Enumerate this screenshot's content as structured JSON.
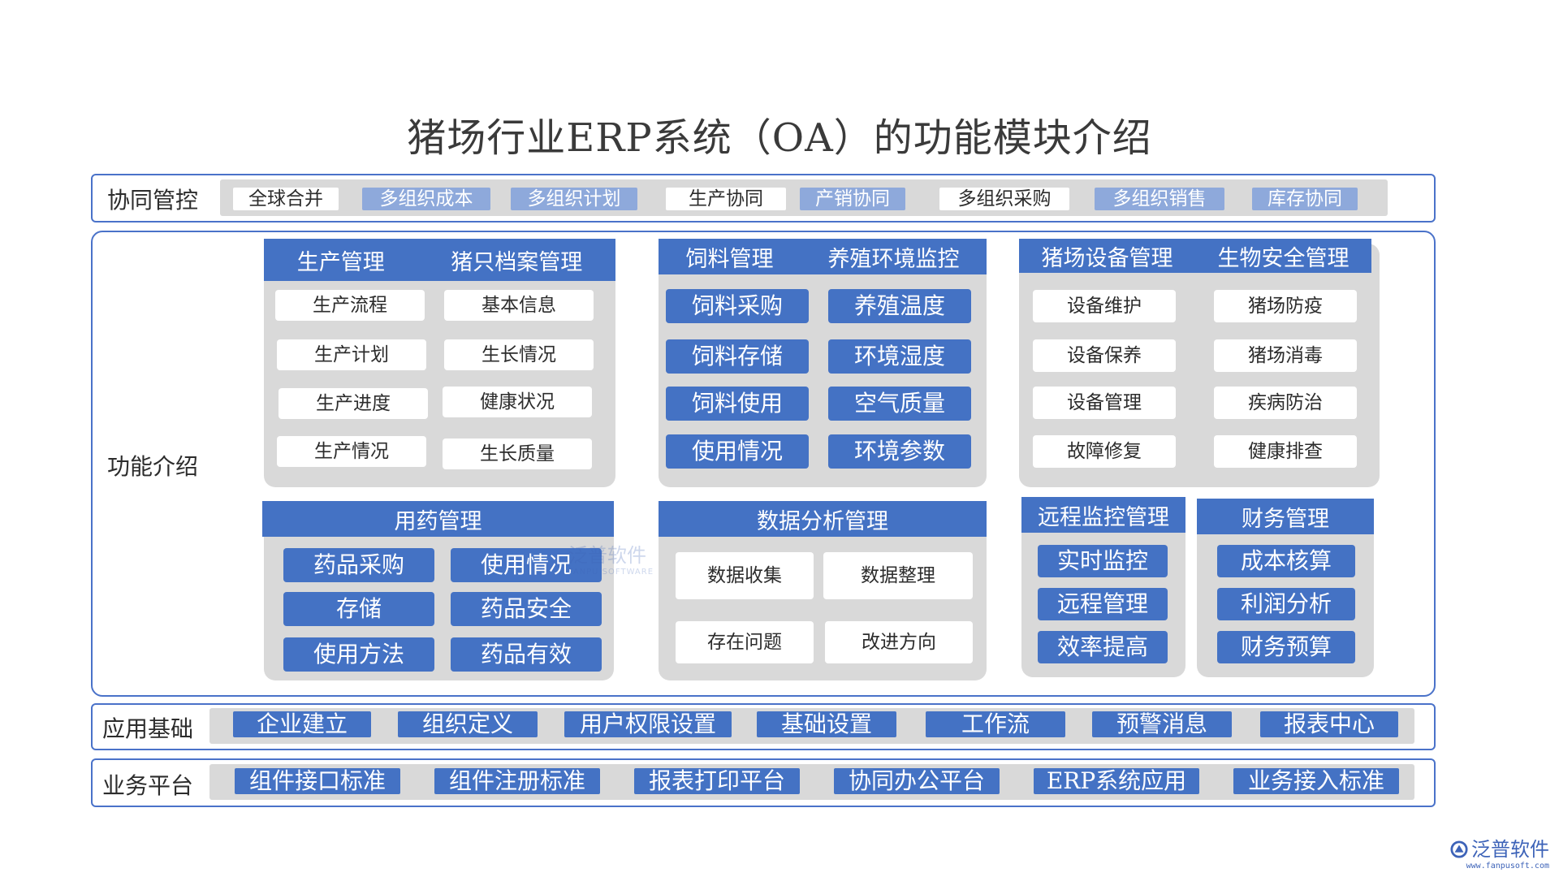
{
  "title": "猪场行业ERP系统（OA）的功能模块介绍",
  "rows": {
    "collab": {
      "label": "协同管控",
      "items": [
        {
          "text": "全球合并",
          "style": "white"
        },
        {
          "text": "多组织成本",
          "style": "sky"
        },
        {
          "text": "多组织计划",
          "style": "sky"
        },
        {
          "text": "生产协同",
          "style": "white"
        },
        {
          "text": "产销协同",
          "style": "sky"
        },
        {
          "text": "多组织采购",
          "style": "white"
        },
        {
          "text": "多组织销售",
          "style": "sky"
        },
        {
          "text": "库存协同",
          "style": "sky"
        }
      ]
    },
    "func": {
      "label": "功能介绍"
    },
    "base": {
      "label": "应用基础",
      "items": [
        "企业建立",
        "组织定义",
        "用户权限设置",
        "基础设置",
        "工作流",
        "预警消息",
        "报表中心"
      ]
    },
    "platform": {
      "label": "业务平台",
      "items": [
        "组件接口标准",
        "组件注册标准",
        "报表打印平台",
        "协同办公平台",
        "ERP系统应用",
        "业务接入标准"
      ]
    }
  },
  "modules": {
    "production": {
      "heads": [
        "生产管理",
        "猪只档案管理"
      ],
      "cells": [
        "生产流程",
        "基本信息",
        "生产计划",
        "生长情况",
        "生产进度",
        "健康状况",
        "生产情况",
        "生长质量"
      ]
    },
    "feed": {
      "heads": [
        "饲料管理",
        "养殖环境监控"
      ],
      "cells": [
        "饲料采购",
        "养殖温度",
        "饲料存储",
        "环境湿度",
        "饲料使用",
        "空气质量",
        "使用情况",
        "环境参数"
      ]
    },
    "equipment": {
      "heads": [
        "猪场设备管理",
        "生物安全管理"
      ],
      "cells": [
        "设备维护",
        "猪场防疫",
        "设备保养",
        "猪场消毒",
        "设备管理",
        "疾病防治",
        "故障修复",
        "健康排查"
      ]
    },
    "medicine": {
      "heads": [
        "用药管理"
      ],
      "cells": [
        "药品采购",
        "使用情况",
        "存储",
        "药品安全",
        "使用方法",
        "药品有效"
      ]
    },
    "data": {
      "heads": [
        "数据分析管理"
      ],
      "cells": [
        "数据收集",
        "数据整理",
        "存在问题",
        "改进方向"
      ]
    },
    "remote": {
      "heads": [
        "远程监控管理"
      ],
      "cells": [
        "实时监控",
        "远程管理",
        "效率提高"
      ]
    },
    "finance": {
      "heads": [
        "财务管理"
      ],
      "cells": [
        "成本核算",
        "利润分析",
        "财务预算"
      ]
    }
  },
  "watermark": {
    "main": "泛普软件",
    "sub": "FANPU SOFTWARE"
  },
  "logo": {
    "main": "泛普软件",
    "sub": "www.fanpusoft.com"
  },
  "colors": {
    "primary": "#4472c4",
    "frame": "#4a72c9",
    "panel": "#d9d9d9",
    "sky": "#8ea9db"
  }
}
